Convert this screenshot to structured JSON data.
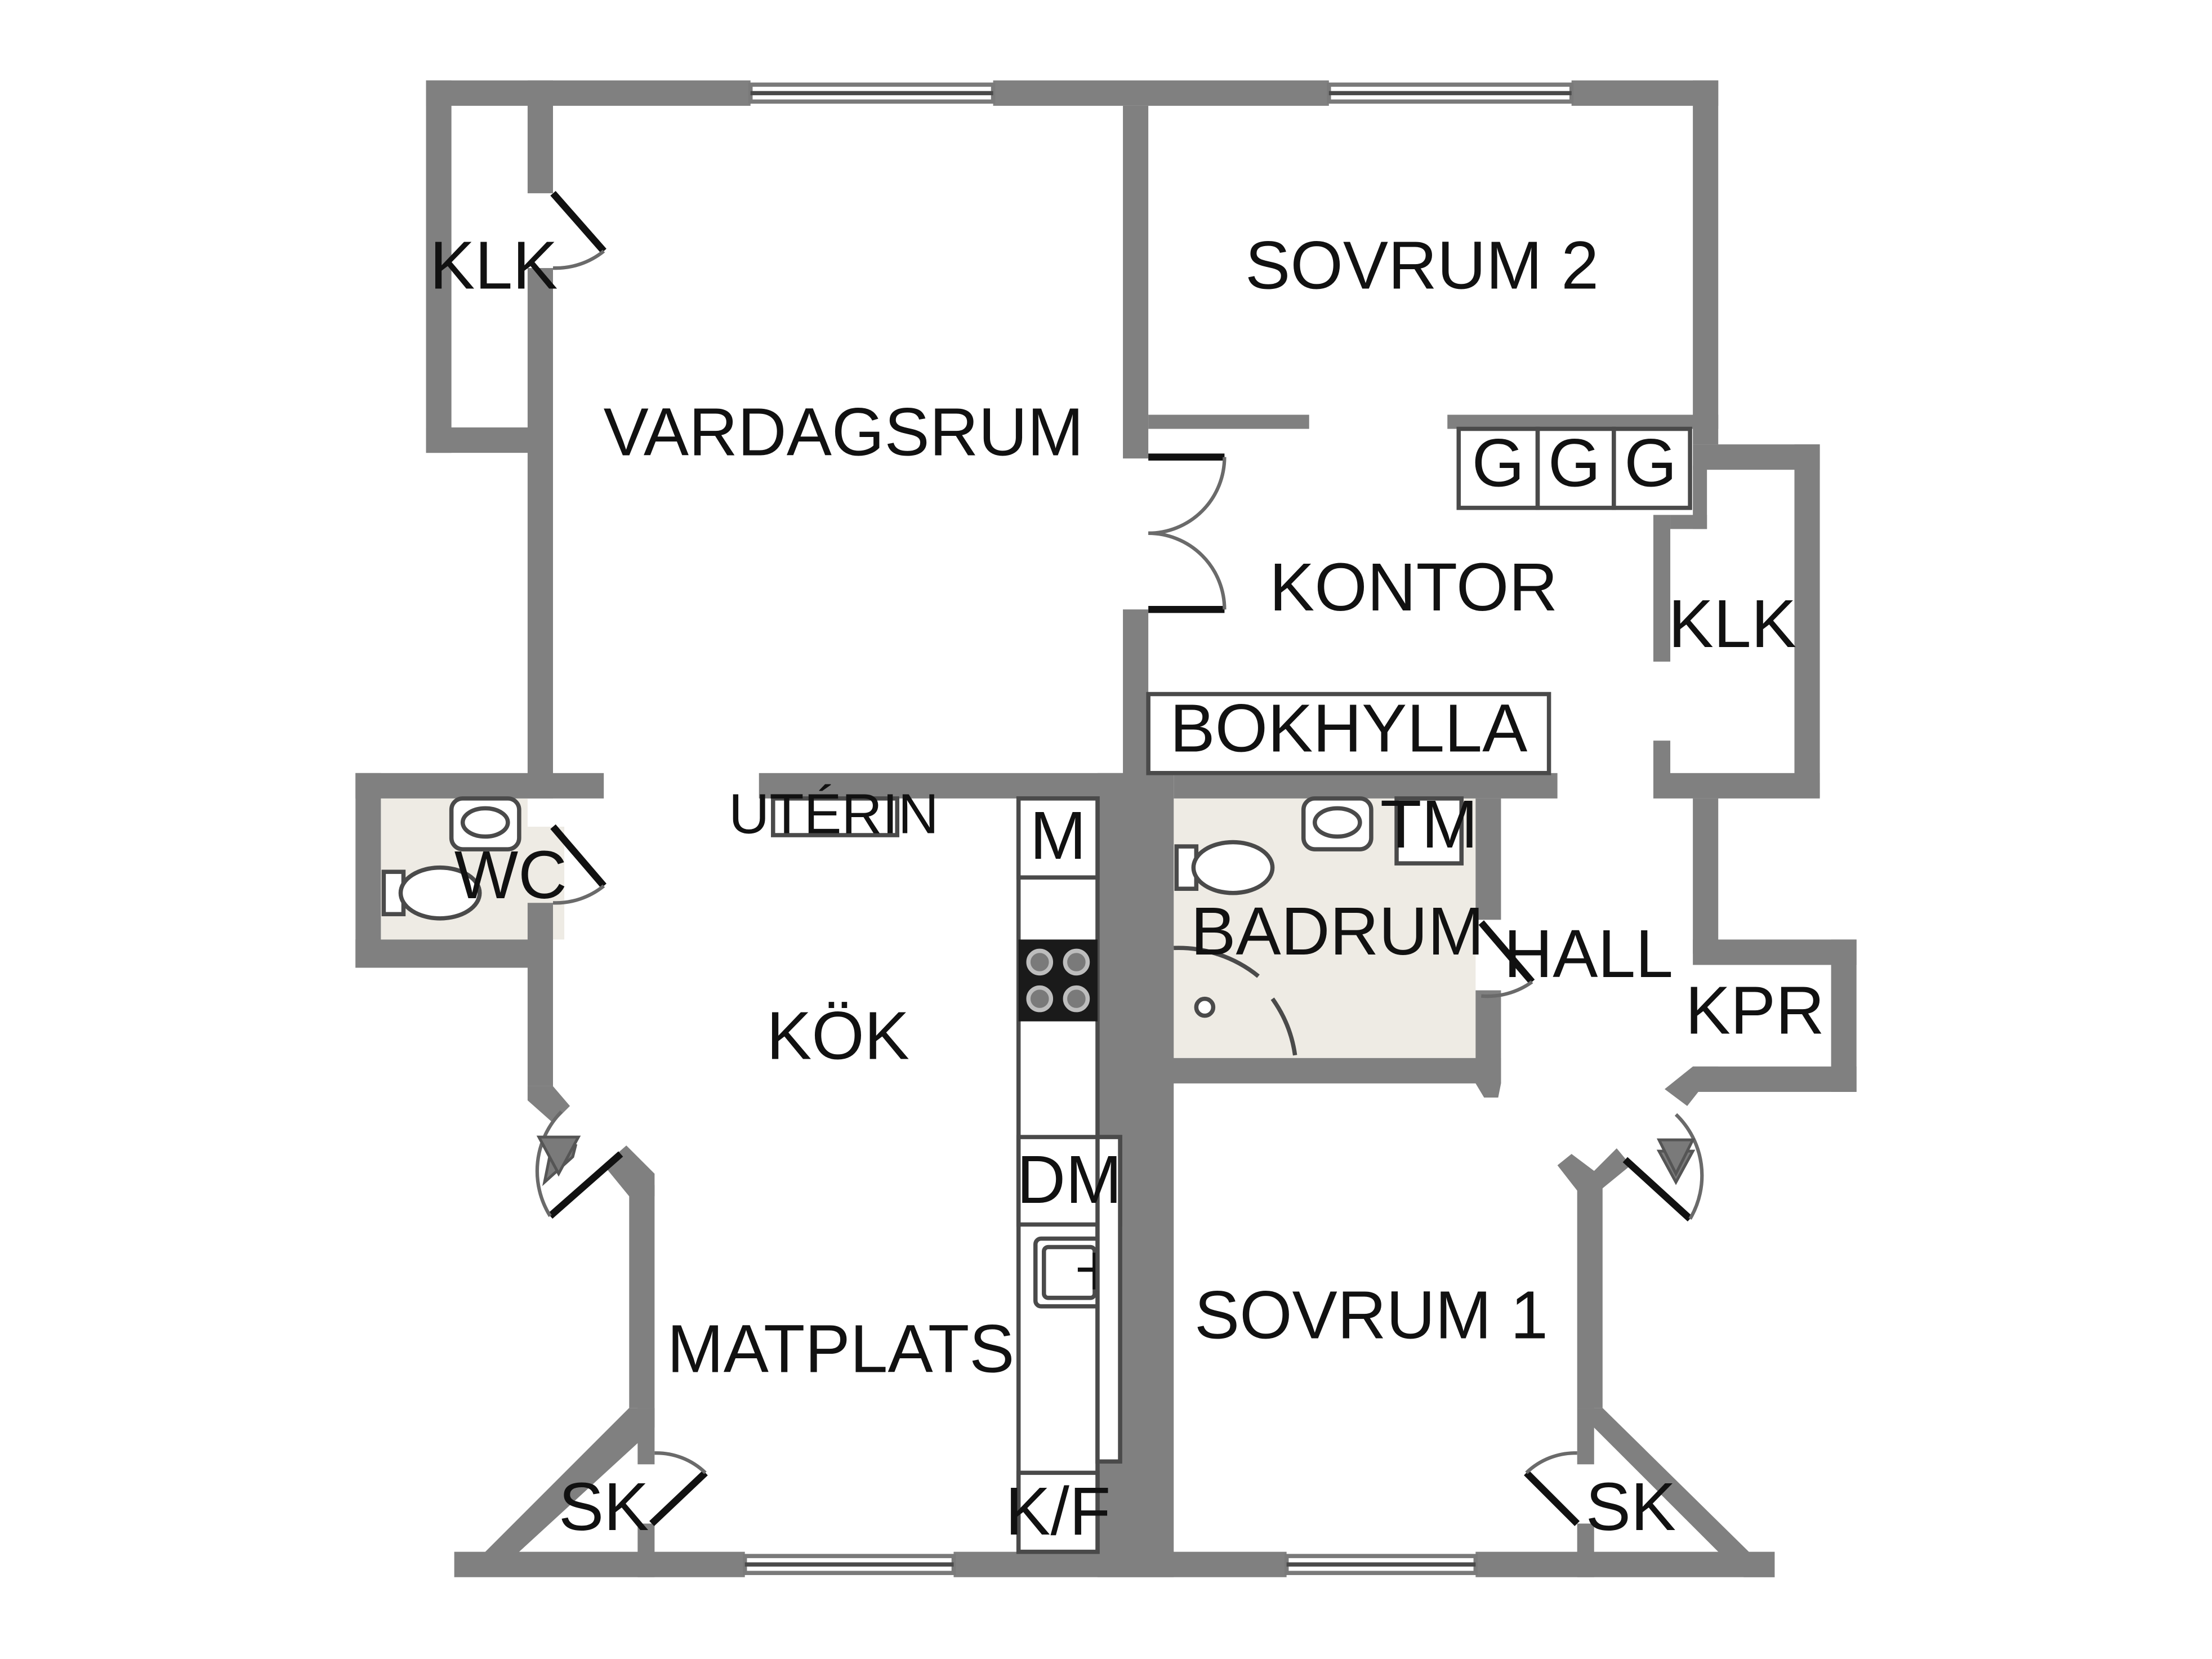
{
  "labels": {
    "klk_left": "KLK",
    "vardagsrum": "VARDAGSRUM",
    "sovrum2": "SOVRUM 2",
    "g1": "G",
    "g2": "G",
    "g3": "G",
    "kontor": "KONTOR",
    "klk_right": "KLK",
    "bokhylla": "BOKHYLLA",
    "wc": "WC",
    "uterin": "UTÉRIN",
    "m": "M",
    "tm": "TM",
    "badrum": "BADRUM",
    "hall": "HALL",
    "kpr": "KPR",
    "kok": "KÖK",
    "dm": "DM",
    "sovrum1": "SOVRUM 1",
    "matplats": "MATPLATS",
    "sk_left": "SK",
    "sk_right": "SK",
    "kf": "K/F"
  },
  "colors": {
    "wall": "#808080",
    "wet_room": "#eeebe4",
    "background": "#ffffff"
  }
}
